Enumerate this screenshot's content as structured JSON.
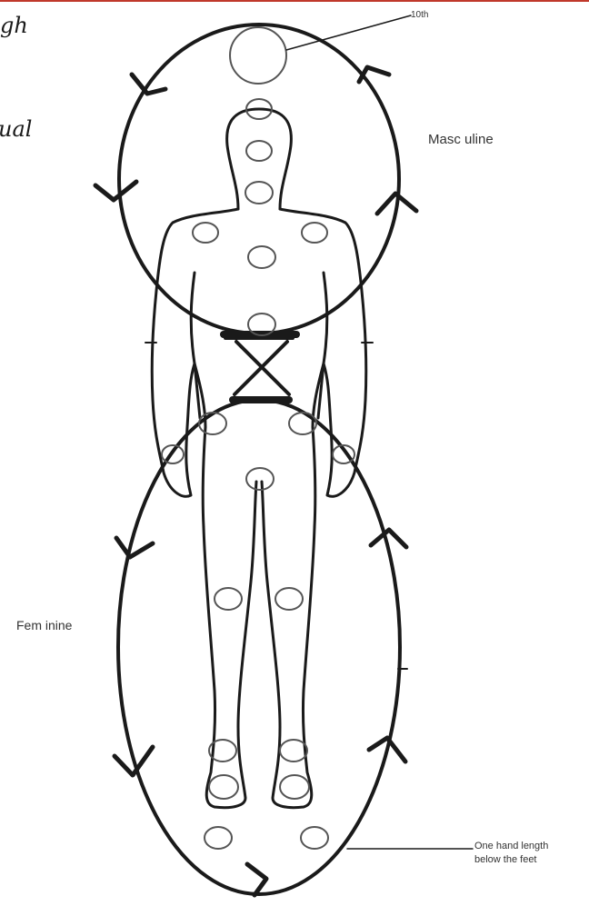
{
  "handwriting": {
    "line1": "gh",
    "line2": "ual"
  },
  "labels": {
    "top_chakra": "10th",
    "masculine": "Masc uline",
    "feminine": "Fem inine",
    "hand_line1": "One hand length",
    "hand_line2": "below the feet"
  },
  "colors": {
    "line": "#1a1a1a",
    "accent_bar": "#c0392b"
  }
}
